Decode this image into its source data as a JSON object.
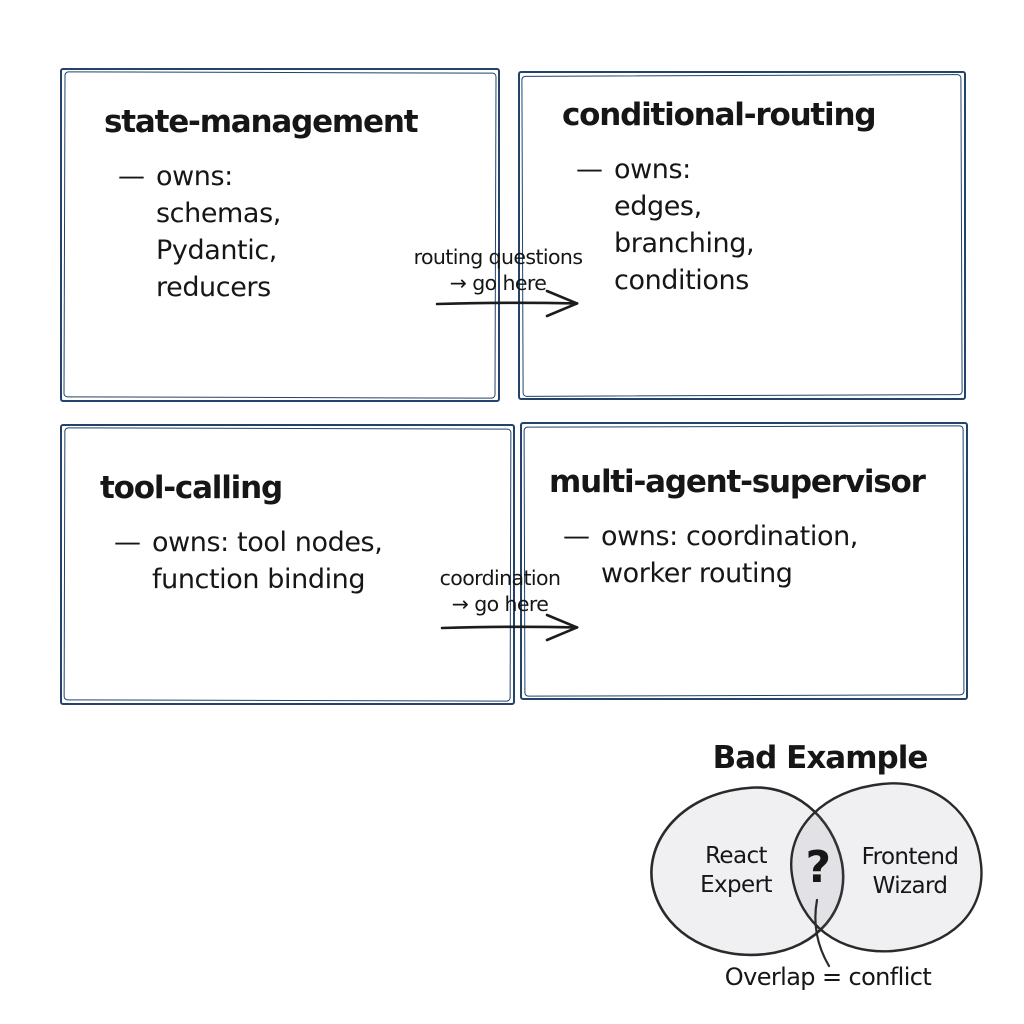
{
  "colors": {
    "box_border": "#23436a",
    "text": "#161616",
    "arrow": "#1c1c1c",
    "venn_fill": "#ededed",
    "venn_overlap": "#e0e0e0",
    "venn_stroke": "#2a2a2a"
  },
  "boxes": [
    {
      "id": "state-management",
      "title": "state-management",
      "bullet": "—",
      "lines": [
        "owns:",
        "schemas,",
        "Pydantic,",
        "reducers"
      ]
    },
    {
      "id": "conditional-routing",
      "title": "conditional-routing",
      "bullet": "—",
      "lines": [
        "owns:",
        "edges,",
        "branching,",
        "conditions"
      ]
    },
    {
      "id": "tool-calling",
      "title": "tool-calling",
      "bullet": "—",
      "lines": [
        "owns: tool nodes,",
        "function binding"
      ]
    },
    {
      "id": "multi-agent-supervisor",
      "title": "multi-agent-supervisor",
      "bullet": "—",
      "lines": [
        "owns: coordination,",
        "worker routing"
      ]
    }
  ],
  "arrows": [
    {
      "label_line1": "routing questions",
      "label_line2": "→ go here"
    },
    {
      "label_line1": "coordination",
      "label_line2": "→ go here"
    }
  ],
  "bad_example": {
    "title": "Bad Example",
    "left_circle": "React Expert",
    "right_circle": "Frontend Wizard",
    "overlap": "?",
    "caption": "Overlap = conflict"
  }
}
